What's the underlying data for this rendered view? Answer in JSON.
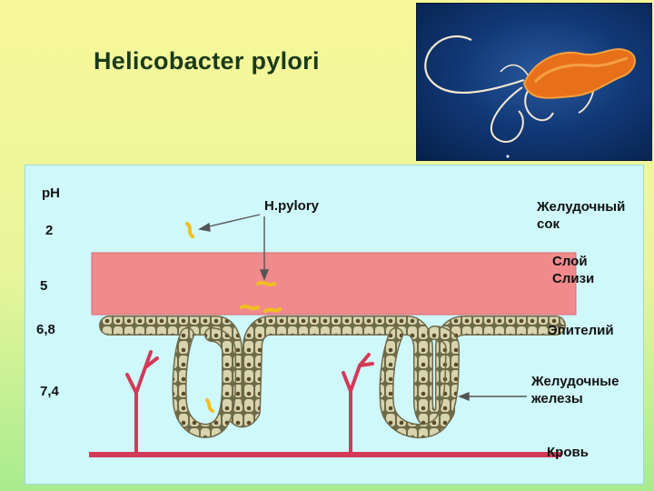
{
  "title": "Helicobacter pylori",
  "ph": {
    "header": "pH",
    "levels": [
      "2",
      "5",
      "6,8",
      "7,4"
    ]
  },
  "labels": {
    "bacterium": "H.pylory",
    "gastric_juice": "Желудочный сок",
    "mucus_layer": "Слой Слизи",
    "epithelium": "Эпителий",
    "gastric_glands": "Желудочные железы",
    "blood": "Кровь"
  },
  "colors": {
    "background_top": "#f7f79a",
    "background_bottom": "#a8ec8e",
    "panel": "#cff8fb",
    "mucus": "#f08a8c",
    "blood_vessel": "#d23a58",
    "epithelium_cell": "#d8d4ae",
    "bacterium": "#f0c020",
    "photo_background": "#123a78",
    "photo_bacterium": "#e8701a"
  }
}
